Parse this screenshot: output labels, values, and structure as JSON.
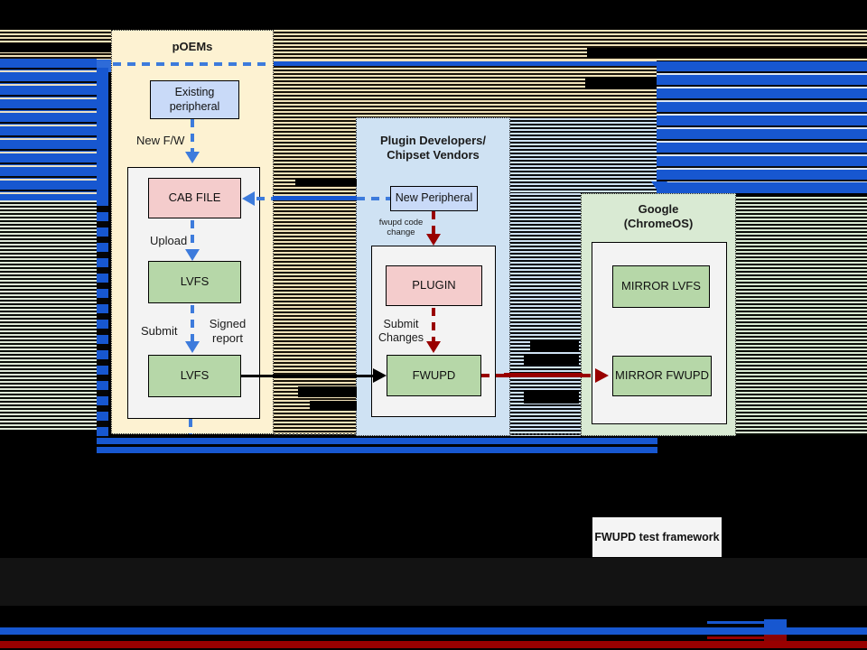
{
  "poems_panel": {
    "title": "pOEMs",
    "existing_peripheral_label": "Existing peripheral",
    "new_fw_label": "New F/W",
    "cab_file_label": "CAB FILE",
    "upload_label": "Upload",
    "lvfs_upper_label": "LVFS",
    "submit_label": "Submit",
    "signed_report_label": "Signed report",
    "lvfs_lower_label": "LVFS"
  },
  "plugin_panel": {
    "title_line1": "Plugin Developers/",
    "title_line2": "Chipset Vendors",
    "new_peripheral_label": "New Peripheral",
    "code_change_label": "fwupd code change",
    "plugin_label": "PLUGIN",
    "submit_changes_label": "Submit Changes",
    "fwupd_label": "FWUPD"
  },
  "google_panel": {
    "title_line1": "Google",
    "title_line2": "(ChromeOS)",
    "mirror_lvfs_label": "MIRROR LVFS",
    "mirror_fwupd_label": "MIRROR FWUPD"
  },
  "overlay": {
    "test_framework_label": "FWUPD test framework"
  },
  "colors": {
    "arrow_blue": "#3d7bdc",
    "bar_blue": "#1757d0",
    "arrow_red": "#990000",
    "panel_cream": "#fdf2d2",
    "panel_blue": "#cfe2f3",
    "panel_green": "#d9ead3",
    "node_blue": "#c9daf8",
    "node_pink": "#f4cccc",
    "node_green": "#b6d7a8",
    "inner_gray": "#f3f3f3"
  }
}
